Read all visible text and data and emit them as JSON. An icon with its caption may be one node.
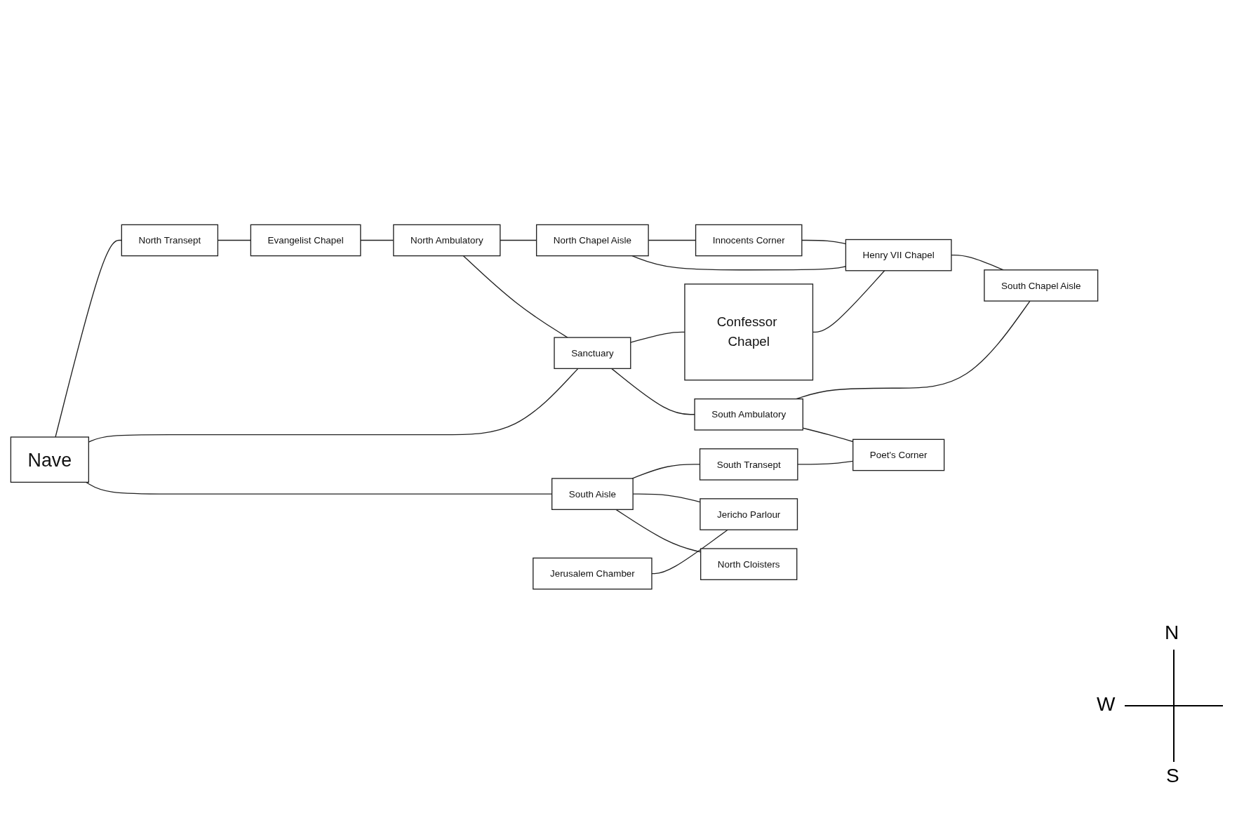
{
  "diagram": {
    "nodes": [
      {
        "text": [
          "North Transept"
        ]
      },
      {
        "text": [
          "Evangelist Chapel"
        ]
      },
      {
        "text": [
          "Nave"
        ]
      },
      {
        "text": [
          "North Ambulatory"
        ]
      },
      {
        "text": [
          "North Chapel Aisle"
        ]
      },
      {
        "text": [
          "Innocents Corner"
        ]
      },
      {
        "text": [
          "Sanctuary"
        ]
      },
      {
        "text": [
          "Confessor Chapel"
        ]
      },
      {
        "text": [
          "Henry VII Chapel"
        ]
      },
      {
        "text": [
          "South Ambulatory"
        ]
      },
      {
        "text": [
          "South Chapel Aisle"
        ]
      },
      {
        "text": [
          "South Aisle"
        ]
      },
      {
        "text": [
          "South Transept"
        ]
      },
      {
        "text": [
          "Poet's Corner"
        ]
      },
      {
        "text": [
          "Jerusalem Chamber"
        ]
      },
      {
        "text": [
          "Jericho Parlour"
        ]
      },
      {
        "text": [
          "North Cloisters"
        ]
      }
    ],
    "edges": [
      {
        "from": 2,
        "to": 0,
        "arrow": "none"
      },
      {
        "from": 0,
        "to": 1,
        "arrow": "none"
      },
      {
        "from": 1,
        "to": 3,
        "arrow": "none"
      },
      {
        "from": 3,
        "to": 4,
        "arrow": "none"
      },
      {
        "from": 4,
        "to": 5,
        "arrow": "none"
      },
      {
        "from": 3,
        "to": 6,
        "arrow": "none"
      },
      {
        "from": 4,
        "to": 8,
        "arrow": "none"
      },
      {
        "from": 5,
        "to": 8,
        "arrow": "none"
      },
      {
        "from": 2,
        "to": 6,
        "arrow": "none"
      },
      {
        "from": 6,
        "to": 7,
        "arrow": "none"
      },
      {
        "from": 7,
        "to": 8,
        "arrow": "none"
      },
      {
        "from": 6,
        "to": 9,
        "arrow": "none"
      },
      {
        "from": 8,
        "to": 10,
        "arrow": "none"
      },
      {
        "from": 9,
        "to": 10,
        "arrow": "none"
      },
      {
        "from": 9,
        "to": 13,
        "arrow": "none"
      },
      {
        "from": 2,
        "to": 11,
        "arrow": "none"
      },
      {
        "from": 11,
        "to": 12,
        "arrow": "none"
      },
      {
        "from": 12,
        "to": 13,
        "arrow": "none"
      },
      {
        "from": 11,
        "to": 15,
        "arrow": "none"
      },
      {
        "from": 11,
        "to": 16,
        "arrow": "none"
      },
      {
        "from": 14,
        "to": 15,
        "arrow": "none"
      }
    ],
    "labels": [
      "N",
      "W",
      "S"
    ]
  }
}
